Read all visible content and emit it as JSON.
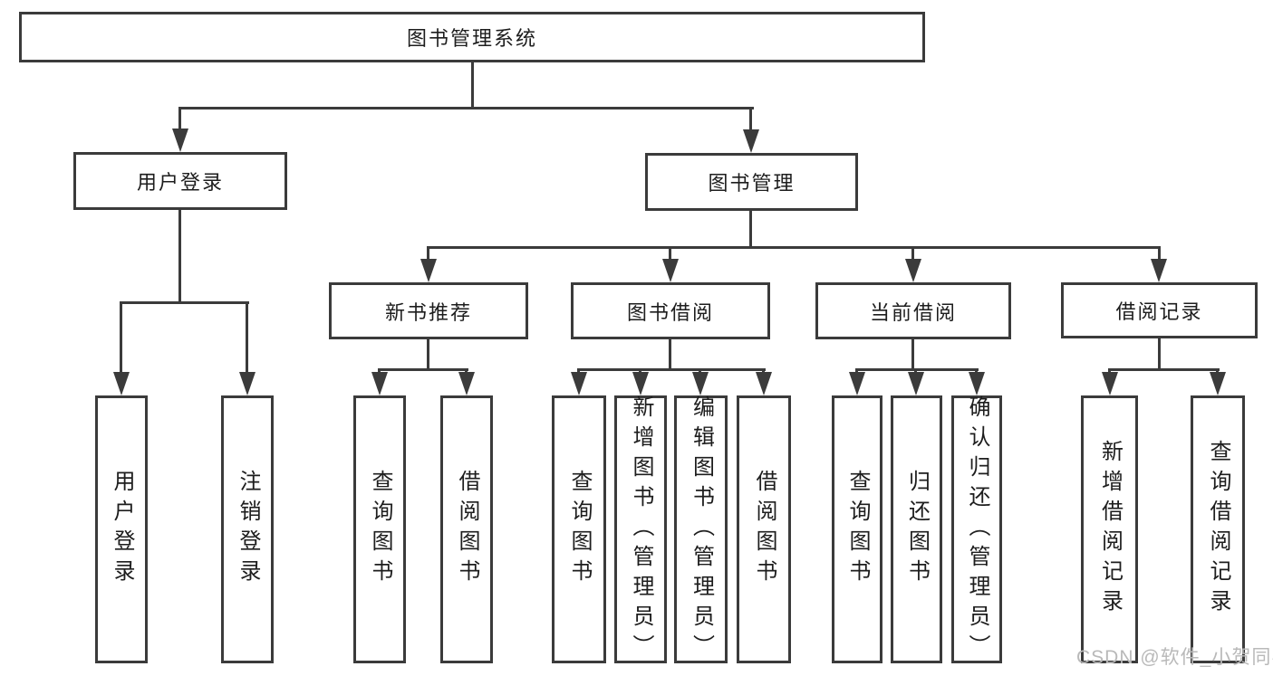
{
  "diagram": {
    "title": "图书管理系统",
    "type": "functional-structure-tree",
    "colors": {
      "line": "#3b3b3b",
      "border": "#3b3b3b",
      "text": "#1d1d1d",
      "background": "#ffffff",
      "watermark": "#b9b9b9"
    },
    "nodes": {
      "root": {
        "label": "图书管理系统"
      },
      "user_login": {
        "label": "用户登录"
      },
      "book_management": {
        "label": "图书管理"
      },
      "new_book_recommend": {
        "label": "新书推荐"
      },
      "book_borrowing": {
        "label": "图书借阅"
      },
      "current_borrowing": {
        "label": "当前借阅"
      },
      "borrowing_records": {
        "label": "借阅记录"
      },
      "ul_user_login": {
        "label": "用户登录"
      },
      "ul_logout": {
        "label": "注销登录"
      },
      "nb_query_books": {
        "label": "查询图书"
      },
      "nb_borrow_books": {
        "label": "借阅图书"
      },
      "bb_query_books": {
        "label": "查询图书"
      },
      "bb_add_books": {
        "label": "新增图书（管理员）"
      },
      "bb_edit_books": {
        "label": "编辑图书（管理员）"
      },
      "bb_borrow_books": {
        "label": "借阅图书"
      },
      "cb_query_books": {
        "label": "查询图书"
      },
      "cb_return_books": {
        "label": "归还图书"
      },
      "cb_confirm_return": {
        "label": "确认归还（管理员）"
      },
      "br_add_record": {
        "label": "新增借阅记录"
      },
      "br_query_record": {
        "label": "查询借阅记录"
      }
    },
    "structure": {
      "root": [
        "user_login",
        "book_management"
      ],
      "user_login": [
        "ul_user_login",
        "ul_logout"
      ],
      "book_management": [
        "new_book_recommend",
        "book_borrowing",
        "current_borrowing",
        "borrowing_records"
      ],
      "new_book_recommend": [
        "nb_query_books",
        "nb_borrow_books"
      ],
      "book_borrowing": [
        "bb_query_books",
        "bb_add_books",
        "bb_edit_books",
        "bb_borrow_books"
      ],
      "current_borrowing": [
        "cb_query_books",
        "cb_return_books",
        "cb_confirm_return"
      ],
      "borrowing_records": [
        "br_add_record",
        "br_query_record"
      ]
    }
  },
  "watermark": {
    "text": "CSDN @软件_小贺同学"
  }
}
